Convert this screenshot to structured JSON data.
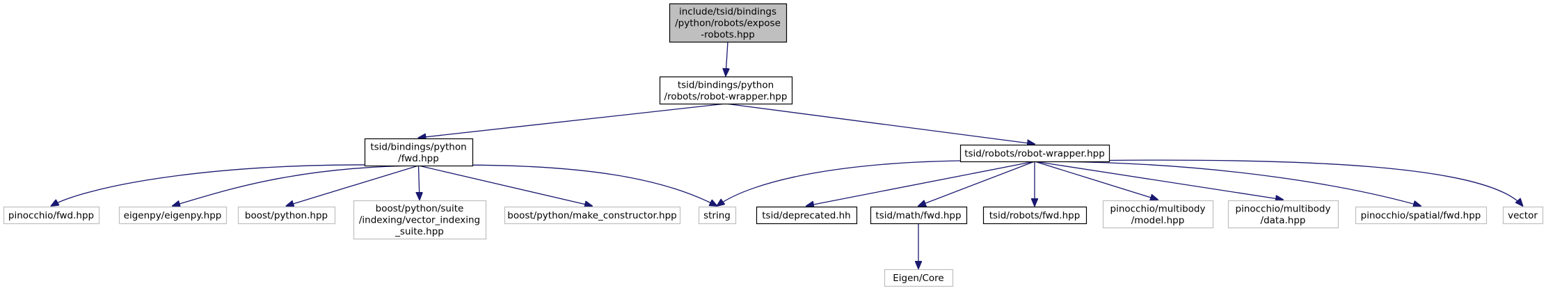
{
  "colors": {
    "edge": "#191970",
    "node_border": "#000000",
    "node_border_external": "#bfbfbf",
    "root_fill": "#bfbfbf",
    "node_fill": "#ffffff"
  },
  "nodes": [
    {
      "id": "root",
      "style": "root",
      "lines": [
        "include/tsid/bindings",
        "/python/robots/expose",
        "-robots.hpp"
      ]
    },
    {
      "id": "py-robot-wrapper",
      "style": "internal",
      "lines": [
        "tsid/bindings/python",
        "/robots/robot-wrapper.hpp"
      ]
    },
    {
      "id": "py-fwd",
      "style": "internal",
      "lines": [
        "tsid/bindings/python",
        "/fwd.hpp"
      ]
    },
    {
      "id": "robot-wrapper",
      "style": "internal",
      "lines": [
        "tsid/robots/robot-wrapper.hpp"
      ]
    },
    {
      "id": "pinocchio-fwd",
      "style": "external",
      "lines": [
        "pinocchio/fwd.hpp"
      ]
    },
    {
      "id": "eigenpy",
      "style": "external",
      "lines": [
        "eigenpy/eigenpy.hpp"
      ]
    },
    {
      "id": "boost-python",
      "style": "external",
      "lines": [
        "boost/python.hpp"
      ]
    },
    {
      "id": "vector-indexing",
      "style": "external",
      "lines": [
        "boost/python/suite",
        "/indexing/vector_indexing",
        "_suite.hpp"
      ]
    },
    {
      "id": "make-constructor",
      "style": "external",
      "lines": [
        "boost/python/make_constructor.hpp"
      ]
    },
    {
      "id": "string",
      "style": "external",
      "lines": [
        "string"
      ]
    },
    {
      "id": "deprecated",
      "style": "internal",
      "lines": [
        "tsid/deprecated.hh"
      ]
    },
    {
      "id": "math-fwd",
      "style": "internal",
      "lines": [
        "tsid/math/fwd.hpp"
      ]
    },
    {
      "id": "robots-fwd",
      "style": "internal",
      "lines": [
        "tsid/robots/fwd.hpp"
      ]
    },
    {
      "id": "multibody-model",
      "style": "external",
      "lines": [
        "pinocchio/multibody",
        "/model.hpp"
      ]
    },
    {
      "id": "multibody-data",
      "style": "external",
      "lines": [
        "pinocchio/multibody",
        "/data.hpp"
      ]
    },
    {
      "id": "spatial-fwd",
      "style": "external",
      "lines": [
        "pinocchio/spatial/fwd.hpp"
      ]
    },
    {
      "id": "vector",
      "style": "external",
      "lines": [
        "vector"
      ]
    },
    {
      "id": "eigen-core",
      "style": "external",
      "lines": [
        "Eigen/Core"
      ]
    }
  ],
  "edges": [
    [
      "root",
      "py-robot-wrapper"
    ],
    [
      "py-robot-wrapper",
      "py-fwd"
    ],
    [
      "py-robot-wrapper",
      "robot-wrapper"
    ],
    [
      "py-fwd",
      "pinocchio-fwd"
    ],
    [
      "py-fwd",
      "eigenpy"
    ],
    [
      "py-fwd",
      "boost-python"
    ],
    [
      "py-fwd",
      "vector-indexing"
    ],
    [
      "py-fwd",
      "make-constructor"
    ],
    [
      "py-fwd",
      "string"
    ],
    [
      "robot-wrapper",
      "string"
    ],
    [
      "robot-wrapper",
      "deprecated"
    ],
    [
      "robot-wrapper",
      "math-fwd"
    ],
    [
      "robot-wrapper",
      "robots-fwd"
    ],
    [
      "robot-wrapper",
      "multibody-model"
    ],
    [
      "robot-wrapper",
      "multibody-data"
    ],
    [
      "robot-wrapper",
      "spatial-fwd"
    ],
    [
      "robot-wrapper",
      "vector"
    ],
    [
      "math-fwd",
      "eigen-core"
    ]
  ]
}
